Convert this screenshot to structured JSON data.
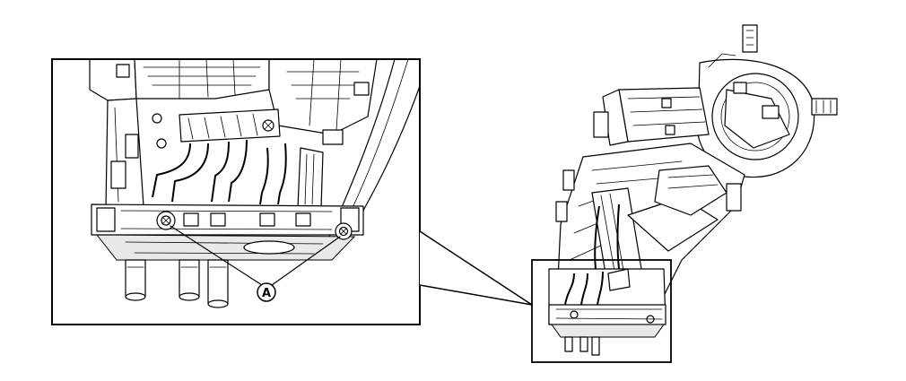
{
  "diagram": {
    "callout_label": "A",
    "icons": [
      "heater-unit-assembly",
      "screw-fastener",
      "heater-pipe"
    ]
  }
}
